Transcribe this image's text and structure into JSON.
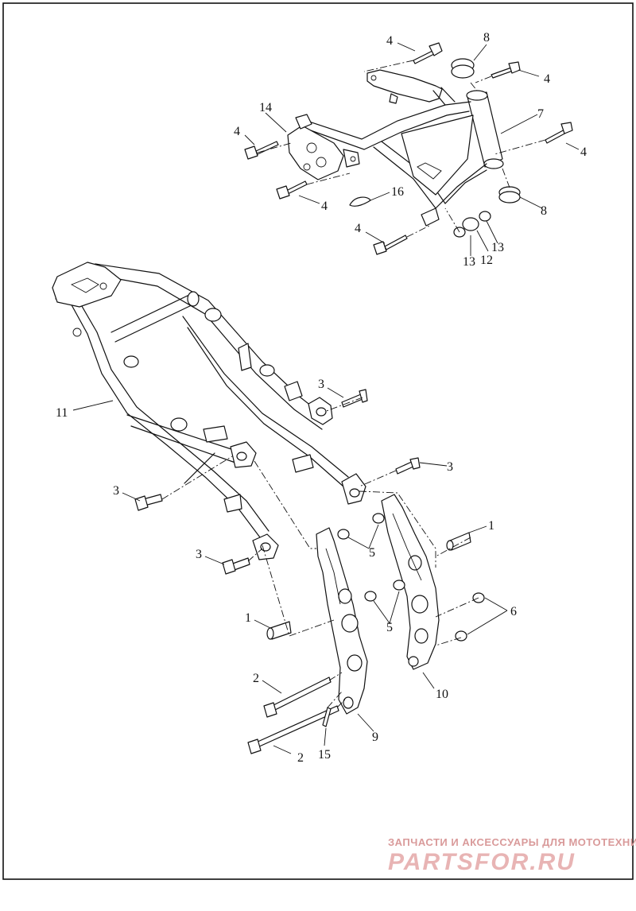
{
  "callouts": {
    "c1a": "1",
    "c1b": "1",
    "c2a": "2",
    "c2b": "2",
    "c3a": "3",
    "c3b": "3",
    "c3c": "3",
    "c3d": "3",
    "c4a": "4",
    "c4b": "4",
    "c4c": "4",
    "c4d": "4",
    "c4e": "4",
    "c4f": "4",
    "c5a": "5",
    "c5b": "5",
    "c6": "6",
    "c7": "7",
    "c8a": "8",
    "c8b": "8",
    "c9": "9",
    "c10": "10",
    "c11": "11",
    "c12": "12",
    "c13a": "13",
    "c13b": "13",
    "c14": "14",
    "c15": "15",
    "c16": "16"
  },
  "watermark": {
    "tagline": "ЗАПЧАСТИ И АКСЕССУАРЫ ДЛЯ МОТОТЕХНИКИ",
    "logo": "PARTSFOR.RU"
  },
  "colors": {
    "line": "#111111",
    "watermark": "#e8b4b4"
  }
}
